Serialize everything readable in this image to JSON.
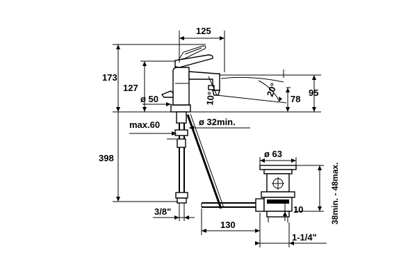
{
  "dimensions": {
    "width_125": "125",
    "height_173": "173",
    "height_127": "127",
    "diameter_50": "ø 50",
    "angle_10": "10°",
    "angle_20": "20°",
    "height_78": "78",
    "height_95": "95",
    "max_60": "max.60",
    "diameter_32": "ø 32min.",
    "length_398": "398",
    "thread_3_8": "3/8\"",
    "length_130": "130",
    "diameter_63": "ø 63",
    "range_38_48": "38min. - 48max.",
    "offset_10": "10",
    "thread_1_1_4": "1-1/4\""
  }
}
